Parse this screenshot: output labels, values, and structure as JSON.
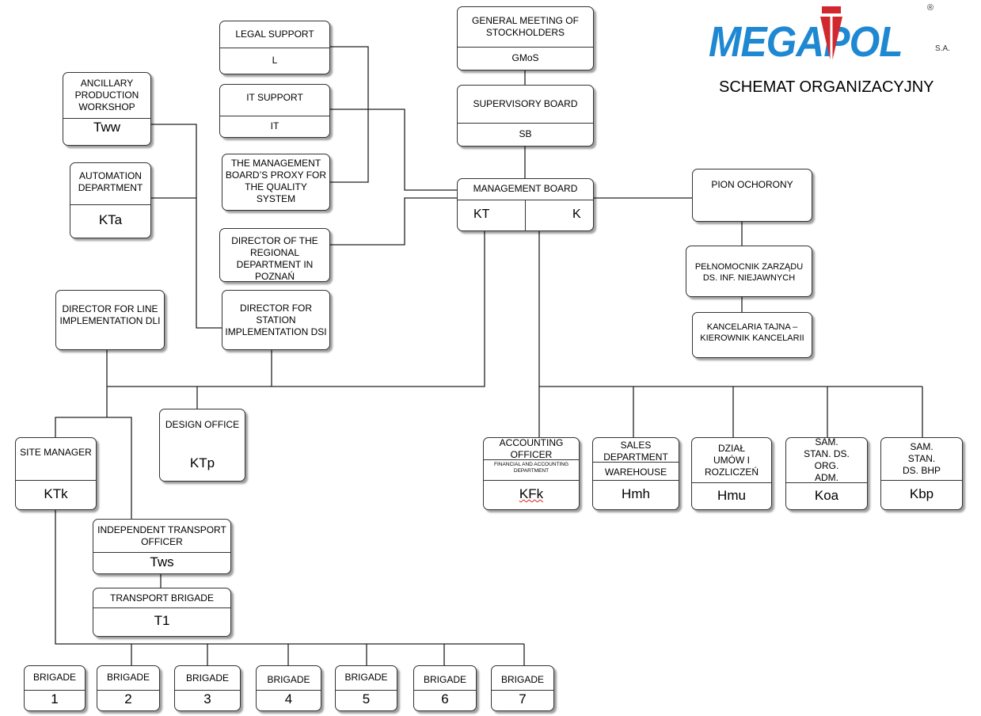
{
  "header": {
    "logo_text": "MEGAPOL",
    "logo_suffix": "S.A.",
    "registered_mark": "®",
    "title": "SCHEMAT ORGANIZACYJNY"
  },
  "colors": {
    "brand_blue": "#1e88d2",
    "brand_red": "#d0282e",
    "border": "#333333",
    "line": "#222222"
  },
  "boxes": {
    "gmos": {
      "title": "GENERAL MEETING OF STOCKHOLDERS",
      "code": "GMoS"
    },
    "sb": {
      "title": "SUPERVISORY BOARD",
      "code": "SB"
    },
    "mb": {
      "title": "MANAGEMENT BOARD",
      "code_left": "KT",
      "code_right": "K"
    },
    "legal": {
      "title": "LEGAL SUPPORT",
      "code": "L"
    },
    "it": {
      "title": "IT SUPPORT",
      "code": "IT"
    },
    "proxy": {
      "title": "THE MANAGEMENT BOARD’S PROXY FOR THE QUALITY SYSTEM"
    },
    "regional": {
      "title": "DIRECTOR OF THE REGIONAL DEPARTMENT IN POZNAŃ"
    },
    "dsi": {
      "title": "DIRECTOR FOR STATION IMPLEMENTATION DSI"
    },
    "dli": {
      "title": "DIRECTOR FOR LINE IMPLEMENTATION DLI"
    },
    "tww": {
      "title": "ANCILLARY PRODUCTION WORKSHOP",
      "code": "Tww"
    },
    "kta": {
      "title": "AUTOMATION DEPARTMENT",
      "code": "KTa"
    },
    "ktp": {
      "title": "DESIGN OFFICE",
      "code": "KTp"
    },
    "ktk": {
      "title": "SITE MANAGER",
      "code": "KTk"
    },
    "tws": {
      "title": "INDEPENDENT TRANSPORT OFFICER",
      "code": "Tws"
    },
    "t1": {
      "title": "TRANSPORT BRIGADE",
      "code": "T1"
    },
    "pion": {
      "title": "PION OCHORONY"
    },
    "pelnom": {
      "title": "PEŁNOMOCNIK ZARZĄDU DS. INF. NIEJAWNYCH"
    },
    "kanc": {
      "title": "KANCELARIA TAJNA – KIEROWNIK KANCELARII"
    },
    "kfk": {
      "title": "ACCOUNTING OFFICER",
      "sub": "FINANCIAL AND ACCOUNTING DEPARTMENT",
      "code": "KFk"
    },
    "hmh": {
      "title": "SALES DEPARTMENT",
      "title2": "WAREHOUSE",
      "code": "Hmh"
    },
    "hmu": {
      "title": "DZIAŁ UMÓW I ROZLICZEŃ",
      "code": "Hmu"
    },
    "koa": {
      "title": "SAM. STAN. DS. ORG. ADM.",
      "code": "Koa"
    },
    "kbp": {
      "title": "SAM. STAN. DS. BHP",
      "code": "Kbp"
    }
  },
  "brigades": [
    {
      "title": "BRIGADE",
      "code": "1"
    },
    {
      "title": "BRIGADE",
      "code": "2"
    },
    {
      "title": "BRIGADE",
      "code": "3"
    },
    {
      "title": "BRIGADE",
      "code": "4"
    },
    {
      "title": "BRIGADE",
      "code": "5"
    },
    {
      "title": "BRIGADE",
      "code": "6"
    },
    {
      "title": "BRIGADE",
      "code": "7"
    }
  ]
}
